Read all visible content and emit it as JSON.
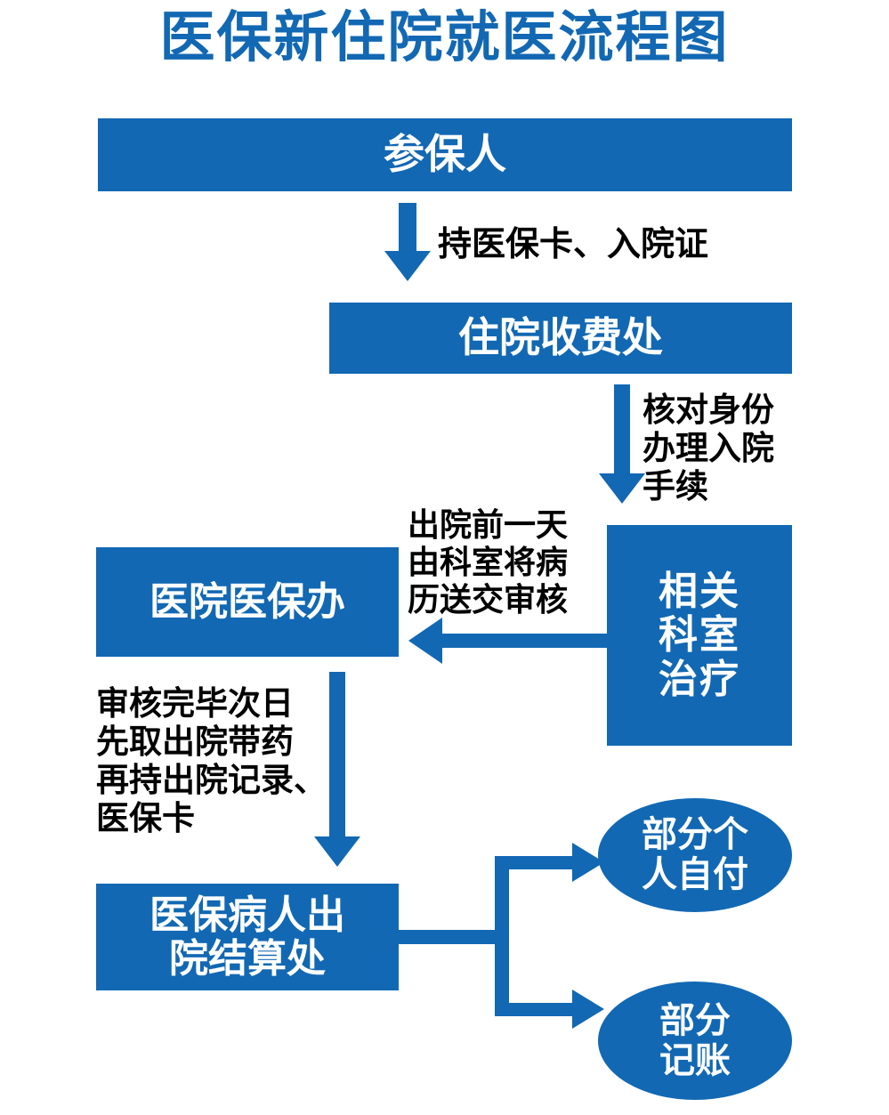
{
  "chart": {
    "title": "医保新住院就医流程图",
    "type": "flowchart",
    "accent_color": "#1268b3",
    "text_color_on_accent": "#ffffff",
    "label_color": "#000000",
    "background": "#ffffff"
  },
  "nodes": {
    "insured": {
      "label": "参保人",
      "shape": "rectangle"
    },
    "billing": {
      "label": "住院收费处",
      "shape": "rectangle"
    },
    "department": {
      "label": "相关\n科室\n治疗",
      "shape": "rectangle"
    },
    "insurance_office": {
      "label": "医院医保办",
      "shape": "rectangle"
    },
    "settlement": {
      "label": "医保病人出\n院结算处",
      "shape": "rectangle"
    },
    "self_pay": {
      "label": "部分个\n人自付",
      "shape": "ellipse"
    },
    "account": {
      "label": "部分\n记账",
      "shape": "ellipse"
    }
  },
  "edge_labels": {
    "card": "持医保卡、入院证",
    "admission": "核对身份\n办理入院\n手续",
    "records": "出院前一天\n由科室将病\n历送交审核",
    "discharge": "审核完毕次日\n先取出院带药\n再持出院记录、\n医保卡"
  }
}
